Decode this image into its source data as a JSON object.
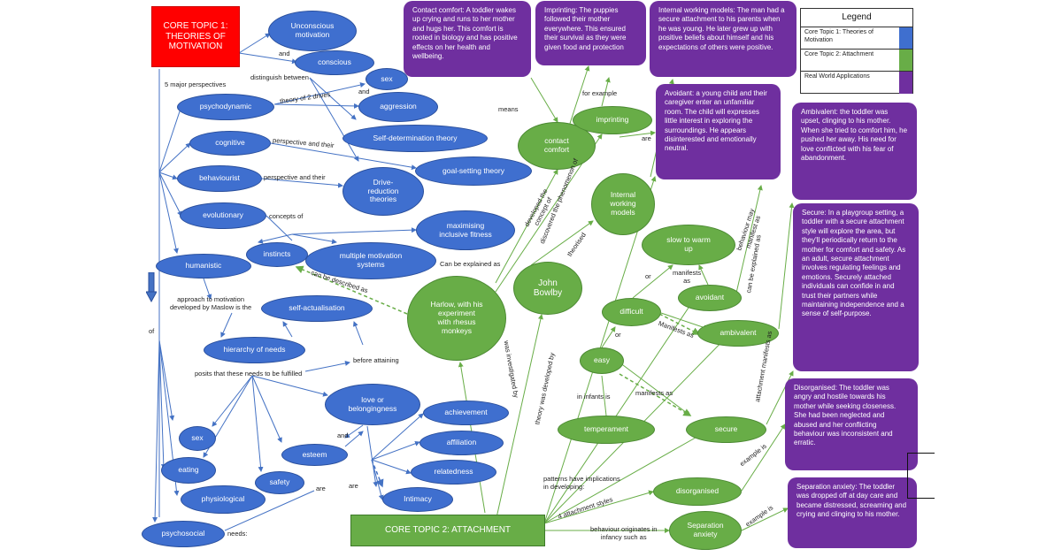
{
  "legend": {
    "title": "Legend",
    "items": [
      {
        "label": "Core Topic 1:  Theories of Motivation",
        "color": "#3f6fcf"
      },
      {
        "label": "Core Topic 2: Attachment",
        "color": "#68ad47"
      },
      {
        "label": "Real World Applications",
        "color": "#6f2f9f"
      }
    ]
  },
  "titles": {
    "topic1": "CORE TOPIC 1:\nTHEORIES OF\nMOTIVATION",
    "topic2": "CORE TOPIC 2: ATTACHMENT"
  },
  "blue_nodes": {
    "unconscious": "Unconscious\nmotivation",
    "conscious": "conscious",
    "sex_top": "sex",
    "aggression": "aggression",
    "psychodynamic": "psychodynamic",
    "self_determination": "Self-determination theory",
    "cognitive": "cognitive",
    "goal_setting": "goal-setting theory",
    "behaviourist": "behaviourist",
    "drive_reduction": "Drive-\nreduction\ntheories",
    "evolutionary": "evolutionary",
    "maximising": "maximising\ninclusive fitness",
    "instincts": "instincts",
    "multiple": "multiple motivation\nsystems",
    "humanistic": "humanistic",
    "self_actualisation": "self-actualisation",
    "hierarchy": "hierarchy of needs",
    "love": "love or\nbelongingness",
    "achievement": "achievement",
    "affiliation": "affiliation",
    "relatedness": "relatedness",
    "intimacy": "Intimacy",
    "sex_bottom": "sex",
    "esteem": "esteem",
    "eating": "eating",
    "safety": "safety",
    "physiological": "physiological",
    "psychosocial": "psychosocial"
  },
  "green_nodes": {
    "contact_comfort": "contact\ncomfort",
    "imprinting": "imprinting",
    "internal_working": "Internal\nworking\nmodels",
    "harlow": "Harlow, with his\nexperiment\nwith rhesus\nmonkeys",
    "bowlby": "John\nBowlby",
    "slow_to_warm": "slow to warm\nup",
    "avoidant": "avoidant",
    "difficult": "difficult",
    "ambivalent": "ambivalent",
    "easy": "easy",
    "temperament": "temperament",
    "secure": "secure",
    "disorganised": "disorganised",
    "separation": "Separation\nanxiety"
  },
  "purple_boxes": {
    "contact_comfort": "Contact comfort:  A toddler wakes up crying and runs to her mother and hugs her.  This comfort is rooted in biology and has positive effects on her health and wellbeing.",
    "imprinting": "Imprinting:  The puppies followed their mother everywhere. This ensured their survival as they were given food and protection",
    "internal_working": "Internal working models: The man had a secure attachment to his parents when he was young.  He later grew up with positive beliefs about himself and his expectations of others were positive.",
    "avoidant": "Avoidant: a young child and their caregiver enter an unfamiliar room. The child will expresses little interest in exploring the surroundings. He appears disinterested and emotionally neutral.",
    "ambivalent": "Ambivalent:  the toddler was upset, clinging to his mother. When she tried to comfort him, he pushed her away. His need for love conflicted with his fear of abandonment.",
    "secure": "Secure:  In a playgroup setting, a toddler with a secure attachment style will explore the area, but they'll periodically return to the mother for comfort and safety. As an adult, secure attachment involves regulating feelings and emotions. Securely attached individuals can confide in and trust their partners while maintaining independence and a sense of self-purpose.",
    "disorganised": "Disorganised:  The toddler was angry and hostile towards his mother while seeking closeness.  She had been neglected and abused and her conflicting behaviour was inconsistent and erratic.",
    "separation": "Separation anxiety: The toddler was dropped off at day care and became distressed, screaming and crying and clinging to his mother."
  },
  "link_labels": {
    "and_1": "and",
    "distinguish": "distinguish between",
    "five_major": "5 major perspectives",
    "theory_of_2": "theory of 2 drives",
    "and_2": "and",
    "perspective_cog": "perspective and their",
    "perspective_beh": "perspective and their",
    "concepts_of": "concepts of",
    "can_be_described": "can be described as",
    "can_be_explained": "Can be explained as",
    "approach": "approach to motivation\ndeveloped by Maslow is the",
    "of": "of",
    "before_attaining": "before attaining",
    "posits": "posits that these needs to be fulfilled",
    "and_3": "and",
    "are_1": "are",
    "are_2": "are",
    "needs": "needs:",
    "means": "means",
    "for_example": "for example",
    "are_3": "are",
    "developed_concept": "developed the\nconcept of",
    "discovered": "discovered the phenomenon of",
    "theorised": "theorised",
    "was_investigated": "was investigated by",
    "theory_developed": "theory was developed by",
    "or_1": "or",
    "or_2": "or",
    "manifests_as_1": "manifests\nas",
    "manifests_as_2": "Manifests as",
    "manifests_as_3": "manifests as",
    "in_infants": "in infants is",
    "patterns": "patterns have implications\nin developing:",
    "four_styles": "4 attachment styles",
    "behaviour_originates": "behaviour originates in\ninfancy such as",
    "example_is_1": "example is",
    "example_is_2": "example is",
    "behaviour_may": "behaviour may\nmanifest as",
    "can_be_explained_2": "can be explained as",
    "attachment_manifests": "attachment manifests as"
  }
}
